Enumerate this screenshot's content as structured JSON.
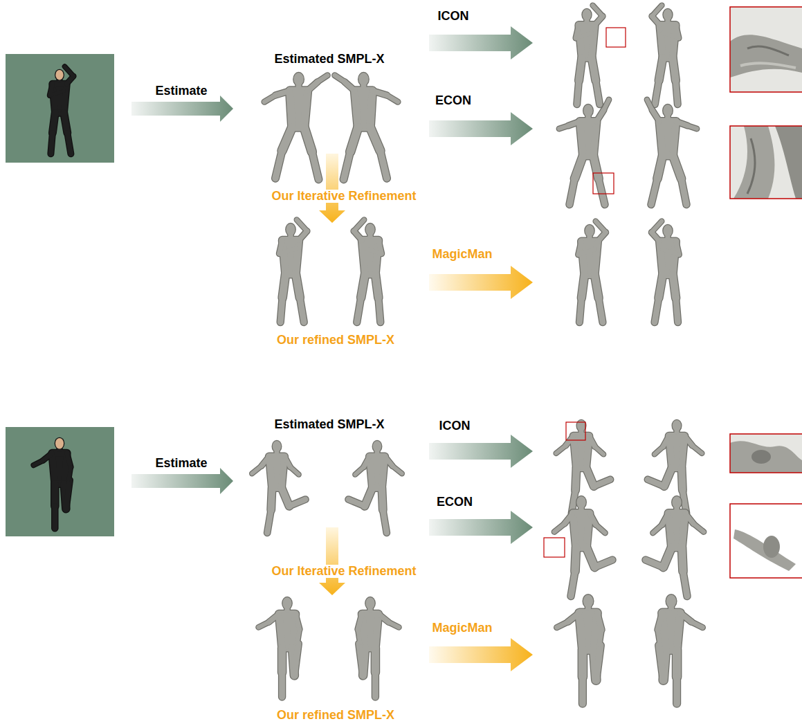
{
  "diagram": {
    "labels": [
      "Estimated SMPL-X",
      "ICON",
      "Estimate",
      "ECON",
      "Our Iterative Refinement",
      "MagicMan",
      "Our refined SMPL-X",
      "Estimated SMPL-X",
      "ICON",
      "Estimate",
      "ECON",
      "Our Iterative Refinement",
      "MagicMan",
      "Our refined SMPL-X"
    ]
  }
}
